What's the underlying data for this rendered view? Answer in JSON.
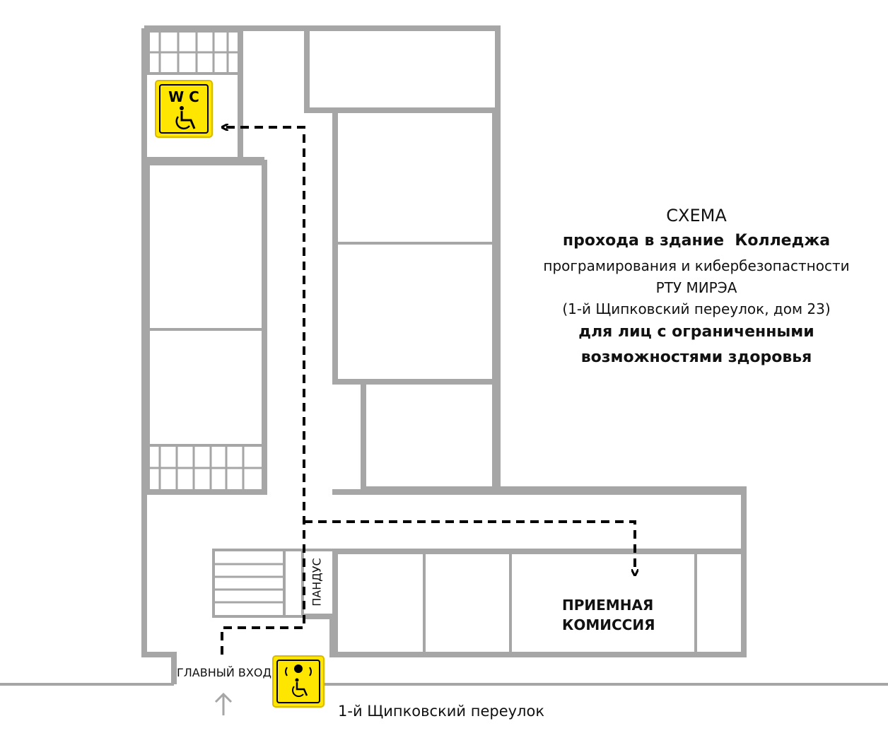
{
  "title": {
    "line1": "СХЕМА",
    "line2_part1": "прохода в здание",
    "line2_part2": "Колледжа",
    "line3": "програмирования и кибербезопастности",
    "line4": "РТУ МИРЭА",
    "line5": "(1-й Щипковский переулок, дом 23)",
    "line6": "для лиц с ограниченными",
    "line7": "возможностями здоровья"
  },
  "labels": {
    "reception": [
      "ПРИЕМНАЯ",
      "КОМИССИЯ"
    ],
    "main_entrance": "ГЛАВНЫЙ ВХОД",
    "street": "1-й Щипковский переулок",
    "ramp": "ПАНДУС",
    "wc": "W C"
  },
  "icons": {
    "wc_sign": "wc-accessible-icon",
    "entrance_sign": "accessible-entrance-icon",
    "up_arrow": "arrow-up-icon",
    "route": "dashed-route-arrow"
  },
  "colors": {
    "wall": "#a6a6a6",
    "sign_background": "#ffe600",
    "route": "#000000"
  }
}
